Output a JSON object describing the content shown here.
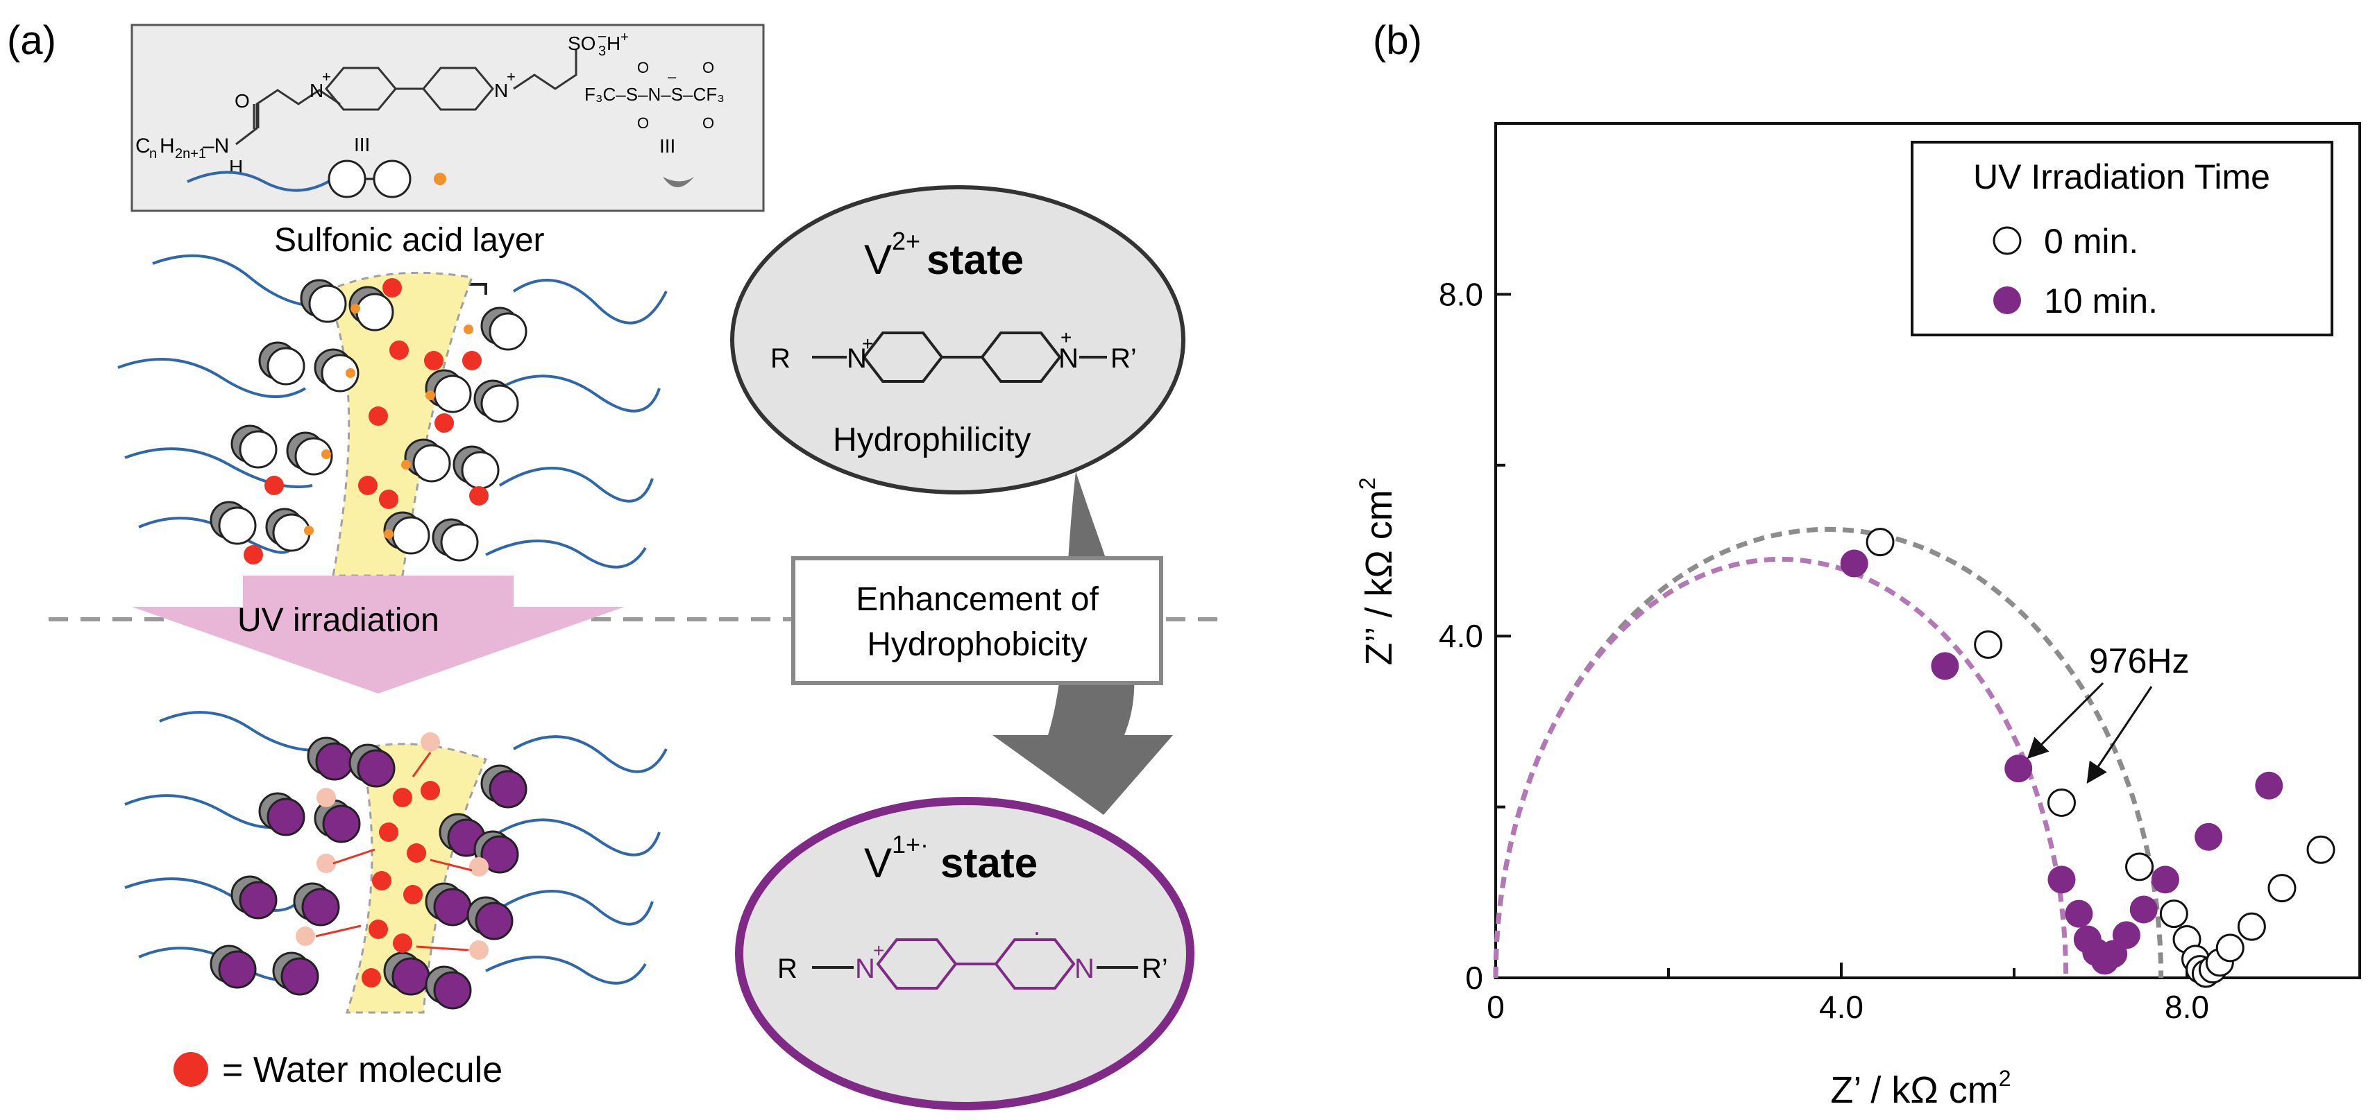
{
  "panel_a": {
    "label": "(a)",
    "structure": {
      "chain_label": "C",
      "chain_sub_n": "n",
      "chain_h": "H",
      "chain_sub_2n1": "2n+1",
      "chain_nh": "–N",
      "h_below": "H",
      "acid": "SO",
      "acid_sub": "3",
      "acid_sup": "–",
      "acid_h": "H",
      "acid_hsup": "+",
      "anion_left": "F₃C–S–N–S–CF₃",
      "anion_o": "O",
      "anion_minus": "–",
      "n_plus": "N",
      "plus": "+",
      "o_carbonyl": "O",
      "equiv": "III"
    },
    "sulfonic_label": "Sulfonic acid layer",
    "uv_label": "UV irradiation",
    "water_legend": "= Water molecule",
    "v2_state": {
      "prefix": "V",
      "sup": "2+",
      "suffix": "state",
      "caption": "Hydrophilicity",
      "r_left": "R",
      "r_right": "R’",
      "n": "N",
      "plus": "+"
    },
    "enhancement": {
      "line1": "Enhancement of",
      "line2": "Hydrophobicity"
    },
    "v1_state": {
      "prefix": "V",
      "sup": "1+·",
      "suffix": "state",
      "r_left": "R",
      "r_right": "R’",
      "n": "N",
      "plus": "+",
      "dot": "·"
    }
  },
  "panel_b": {
    "label": "(b)"
  },
  "colors": {
    "purple": "#7f2a86",
    "purple_light": "#b377b6",
    "grey_dash": "#8c8c8c",
    "blue_chain": "#2f67a8",
    "yellow_layer": "#fbf1a6",
    "water_red": "#ee3124",
    "pink_arrow": "#e8b7d8",
    "grey_bubble": "#e3e3e3"
  },
  "chart_data": {
    "type": "scatter",
    "xlabel": "Z’ / kΩ cm",
    "xlabel_sup": "2",
    "ylabel": "Z’’ / kΩ cm",
    "ylabel_sup": "2",
    "xlim": [
      0,
      10
    ],
    "ylim": [
      0,
      10
    ],
    "xticks": [
      {
        "v": 0,
        "label": "0"
      },
      {
        "v": 4,
        "label": "4.0"
      },
      {
        "v": 8,
        "label": "8.0"
      }
    ],
    "yticks": [
      {
        "v": 0,
        "label": "0"
      },
      {
        "v": 4,
        "label": "4.0"
      },
      {
        "v": 8,
        "label": "8.0"
      }
    ],
    "xminor": [
      2,
      6
    ],
    "yminor": [
      2,
      6
    ],
    "legend": {
      "title": "UV Irradiation Time",
      "position": "top-right"
    },
    "annotation": "976Hz",
    "series": [
      {
        "name": "0 min.",
        "marker": "open",
        "points": [
          [
            4.45,
            5.1
          ],
          [
            5.7,
            3.9
          ],
          [
            6.55,
            2.05
          ],
          [
            7.45,
            1.3
          ],
          [
            7.85,
            0.75
          ],
          [
            8.0,
            0.45
          ],
          [
            8.1,
            0.22
          ],
          [
            8.15,
            0.1
          ],
          [
            8.22,
            0.05
          ],
          [
            8.3,
            0.1
          ],
          [
            8.38,
            0.18
          ],
          [
            8.5,
            0.35
          ],
          [
            8.75,
            0.6
          ],
          [
            9.1,
            1.05
          ],
          [
            9.55,
            1.5
          ]
        ],
        "fit": {
          "x1": 0.0,
          "x2": 7.7,
          "ymax": 5.25
        }
      },
      {
        "name": "10 min.",
        "marker": "filled",
        "points": [
          [
            4.15,
            4.85
          ],
          [
            5.2,
            3.65
          ],
          [
            6.05,
            2.45
          ],
          [
            6.55,
            1.15
          ],
          [
            6.75,
            0.75
          ],
          [
            6.85,
            0.45
          ],
          [
            6.95,
            0.3
          ],
          [
            7.05,
            0.2
          ],
          [
            7.15,
            0.28
          ],
          [
            7.3,
            0.5
          ],
          [
            7.5,
            0.8
          ],
          [
            7.75,
            1.15
          ],
          [
            8.25,
            1.65
          ],
          [
            8.95,
            2.25
          ]
        ],
        "fit": {
          "x1": 0.0,
          "x2": 6.6,
          "ymax": 4.9
        }
      }
    ]
  }
}
